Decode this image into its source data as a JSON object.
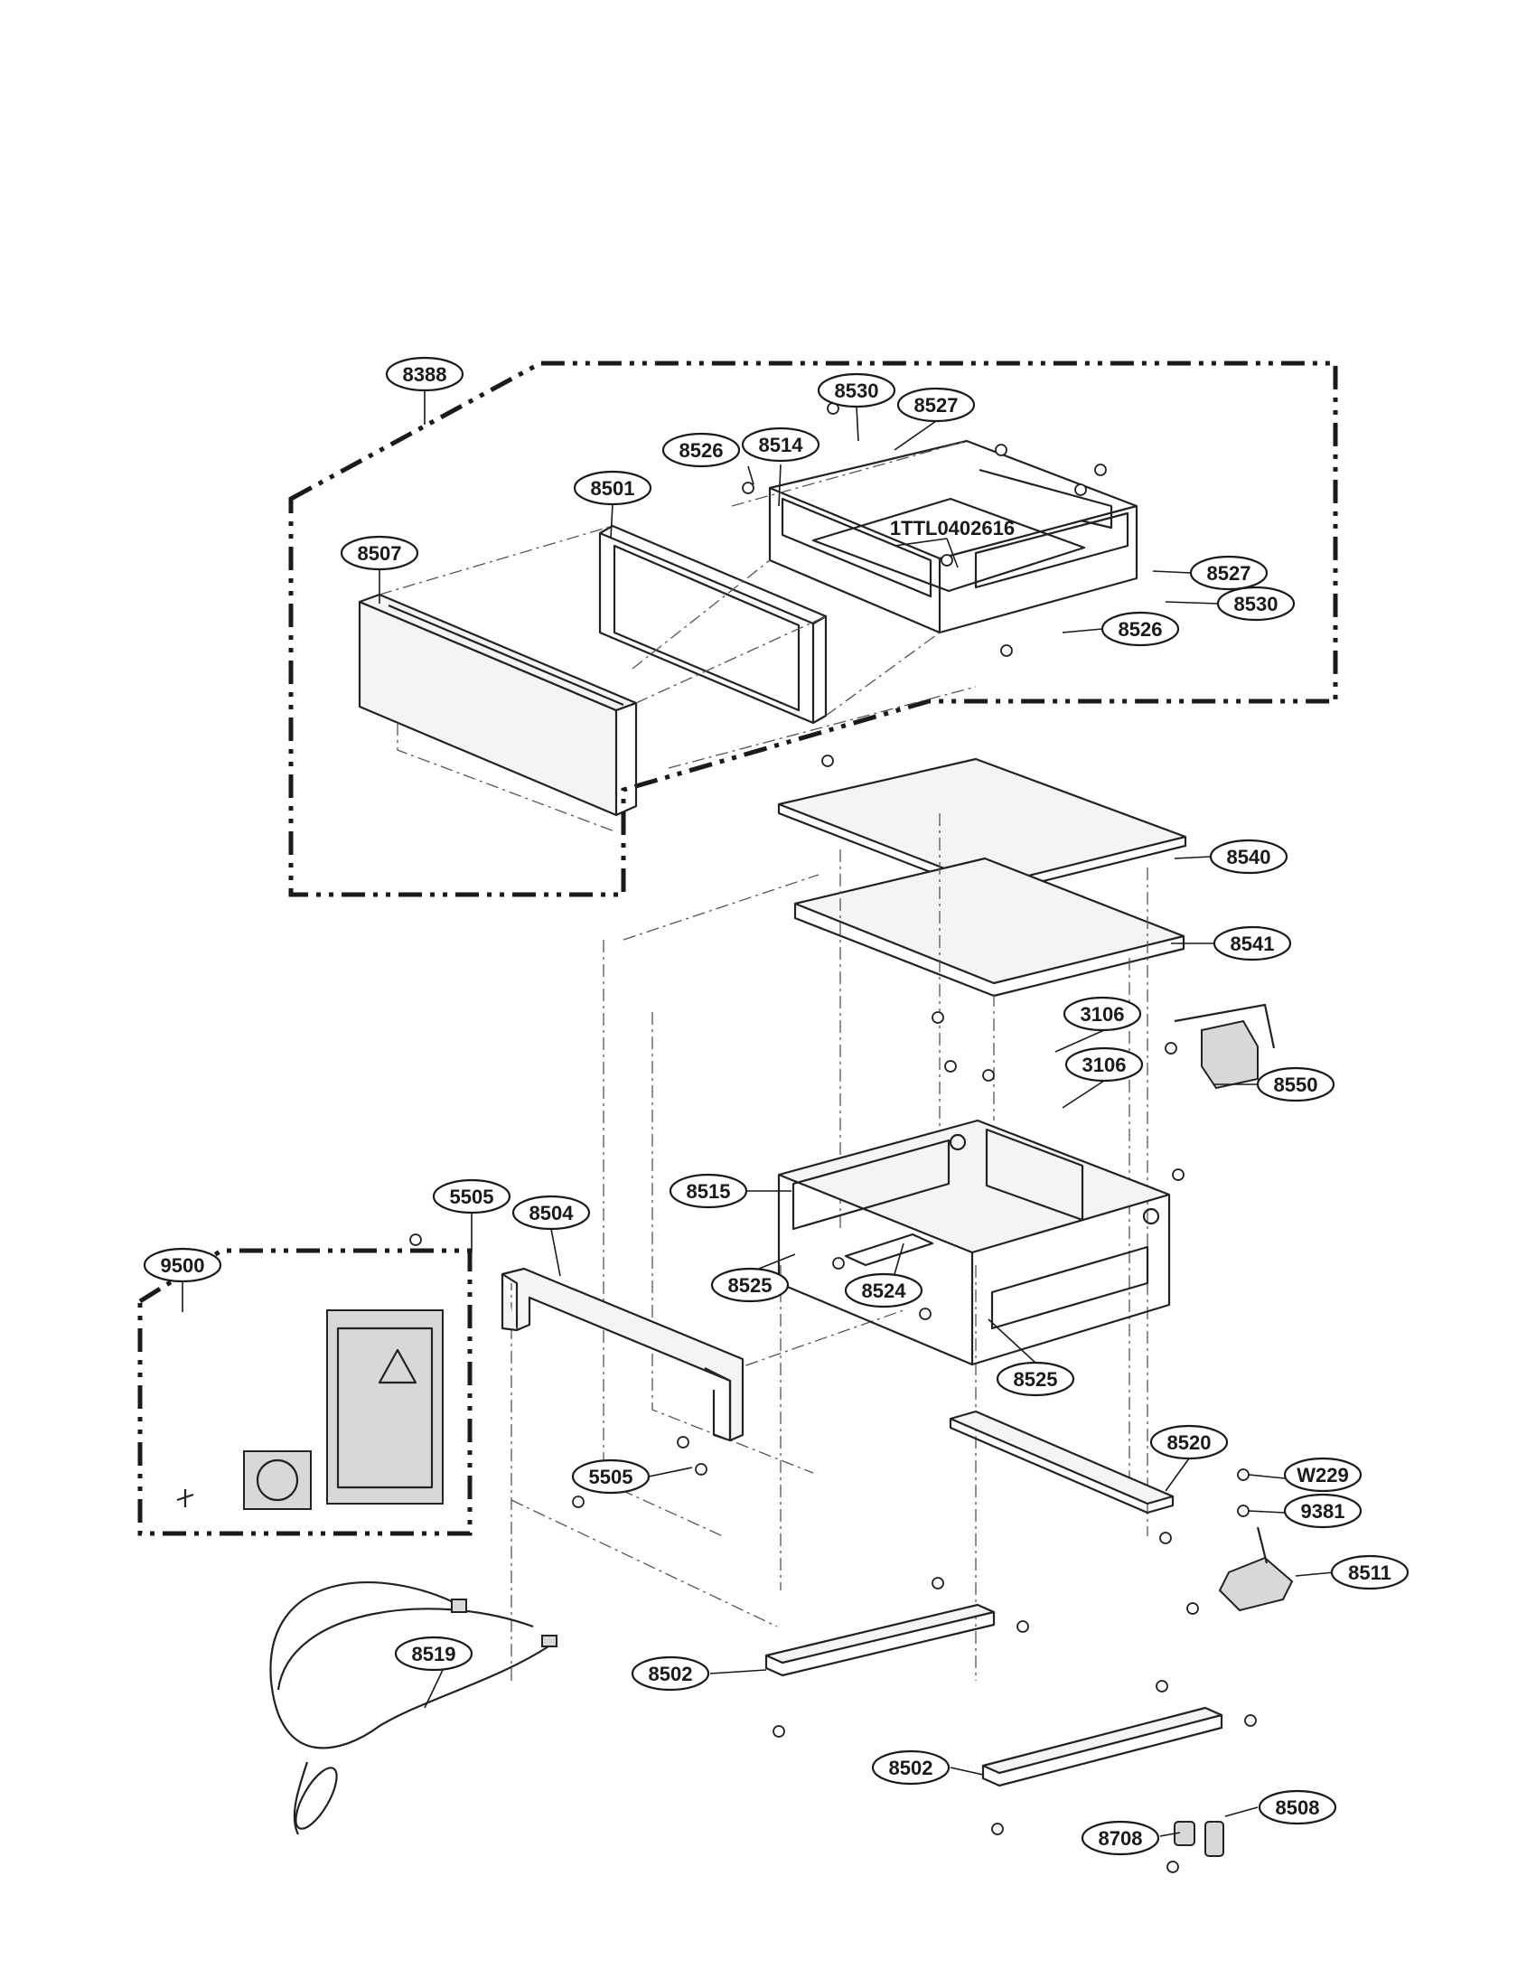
{
  "callouts": [
    {
      "id": "8388",
      "text": "8388"
    },
    {
      "id": "8530a",
      "text": "8530"
    },
    {
      "id": "8527a",
      "text": "8527"
    },
    {
      "id": "8526a",
      "text": "8526"
    },
    {
      "id": "8514",
      "text": "8514"
    },
    {
      "id": "8501",
      "text": "8501"
    },
    {
      "id": "8507",
      "text": "8507"
    },
    {
      "id": "1ttl",
      "text": "1TTL0402616"
    },
    {
      "id": "8527b",
      "text": "8527"
    },
    {
      "id": "8530b",
      "text": "8530"
    },
    {
      "id": "8526b",
      "text": "8526"
    },
    {
      "id": "8540",
      "text": "8540"
    },
    {
      "id": "8541",
      "text": "8541"
    },
    {
      "id": "3106a",
      "text": "3106"
    },
    {
      "id": "3106b",
      "text": "3106"
    },
    {
      "id": "8550",
      "text": "8550"
    },
    {
      "id": "8515",
      "text": "8515"
    },
    {
      "id": "5505a",
      "text": "5505"
    },
    {
      "id": "8504",
      "text": "8504"
    },
    {
      "id": "9500",
      "text": "9500"
    },
    {
      "id": "8525a",
      "text": "8525"
    },
    {
      "id": "8524",
      "text": "8524"
    },
    {
      "id": "8525b",
      "text": "8525"
    },
    {
      "id": "8520",
      "text": "8520"
    },
    {
      "id": "5505b",
      "text": "5505"
    },
    {
      "id": "w229",
      "text": "W229"
    },
    {
      "id": "9381",
      "text": "9381"
    },
    {
      "id": "8511",
      "text": "8511"
    },
    {
      "id": "8502a",
      "text": "8502"
    },
    {
      "id": "8519",
      "text": "8519"
    },
    {
      "id": "8502b",
      "text": "8502"
    },
    {
      "id": "8508",
      "text": "8508"
    },
    {
      "id": "8708",
      "text": "8708"
    }
  ]
}
